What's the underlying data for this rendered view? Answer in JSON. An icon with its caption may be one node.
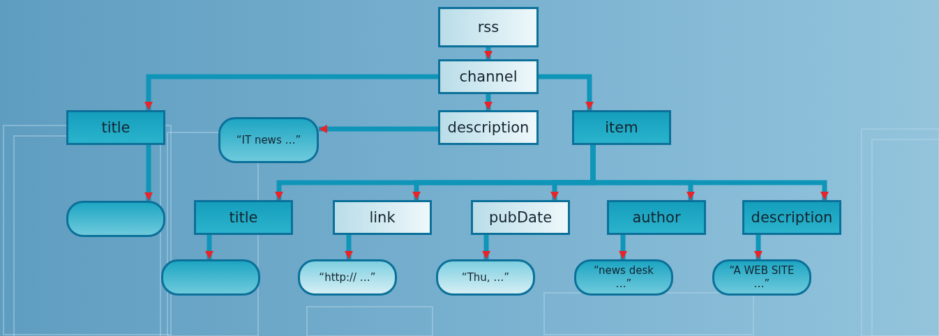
{
  "diagram": {
    "nodes": [
      {
        "text": [
          "rss"
        ]
      },
      {
        "text": [
          "channel"
        ]
      },
      {
        "text": [
          "title"
        ]
      },
      {
        "text": [
          "description"
        ]
      },
      {
        "text": [
          "item"
        ]
      },
      {
        "text": [
          "“IT news …”"
        ]
      },
      {
        "text": [],
        "shape": "pill"
      },
      {
        "text": [
          "title"
        ]
      },
      {
        "text": [
          "link"
        ]
      },
      {
        "text": [
          "pubDate"
        ]
      },
      {
        "text": [
          "author"
        ]
      },
      {
        "text": [
          "description"
        ]
      },
      {
        "text": [],
        "shape": "pill"
      },
      {
        "text": [
          "“http:// …”"
        ]
      },
      {
        "text": [
          "“Thu, …”"
        ]
      },
      {
        "text": [
          "“news desk …”"
        ]
      },
      {
        "text": [
          "“A WEB SITE …”"
        ]
      }
    ],
    "edges": [
      {
        "from": 0,
        "to": 1,
        "arrow": "to"
      },
      {
        "from": 1,
        "to": 2,
        "arrow": "to"
      },
      {
        "from": 1,
        "to": 3,
        "arrow": "to"
      },
      {
        "from": 1,
        "to": 4,
        "arrow": "to"
      },
      {
        "from": 3,
        "to": 5,
        "arrow": "to"
      },
      {
        "from": 2,
        "to": 6,
        "arrow": "to"
      },
      {
        "from": 4,
        "to": 7,
        "arrow": "to"
      },
      {
        "from": 4,
        "to": 8,
        "arrow": "to"
      },
      {
        "from": 4,
        "to": 9,
        "arrow": "to"
      },
      {
        "from": 4,
        "to": 10,
        "arrow": "to"
      },
      {
        "from": 4,
        "to": 11,
        "arrow": "to"
      },
      {
        "from": 7,
        "to": 12,
        "arrow": "to"
      },
      {
        "from": 8,
        "to": 13,
        "arrow": "to"
      },
      {
        "from": 9,
        "to": 14,
        "arrow": "to"
      },
      {
        "from": 10,
        "to": 15,
        "arrow": "to"
      },
      {
        "from": 11,
        "to": 16,
        "arrow": "to"
      }
    ]
  }
}
